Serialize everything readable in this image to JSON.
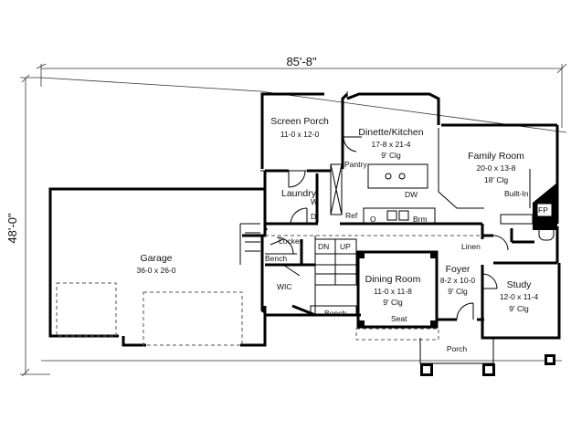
{
  "dimensions": {
    "width_label": "85'-8\"",
    "depth_label": "48'-0\""
  },
  "rooms": {
    "screen_porch": {
      "name": "Screen Porch",
      "size": "11-0 x 12-0"
    },
    "dinette_kitchen": {
      "name": "Dinette/Kitchen",
      "size": "17-8 x 21-4",
      "ceiling": "9' Clg"
    },
    "family_room": {
      "name": "Family Room",
      "size": "20-0 x 13-8",
      "ceiling": "18' Clg"
    },
    "garage": {
      "name": "Garage",
      "size": "36-0 x 26-0"
    },
    "dining_room": {
      "name": "Dining Room",
      "size": "11-0 x 11-8",
      "ceiling": "9' Clg"
    },
    "foyer": {
      "name": "Foyer",
      "size": "8-2 x 10-0",
      "ceiling": "9' Clg"
    },
    "study": {
      "name": "Study",
      "size": "12-0 x 11-4",
      "ceiling": "9' Clg"
    }
  },
  "labels": {
    "pantry": "Pantry",
    "laundry": "Laundry",
    "w": "W",
    "d": "D",
    "ref": "Ref",
    "dw": "DW",
    "o": "O",
    "brm": "Brm",
    "built_in": "Built-In",
    "fp": "FP",
    "linen": "Linen",
    "locker": "Locker",
    "bench_left": "Bench",
    "bench_bottom": "Bench",
    "wic": "WIC",
    "dn": "DN",
    "up": "UP",
    "seat": "Seat",
    "porch": "Porch"
  }
}
